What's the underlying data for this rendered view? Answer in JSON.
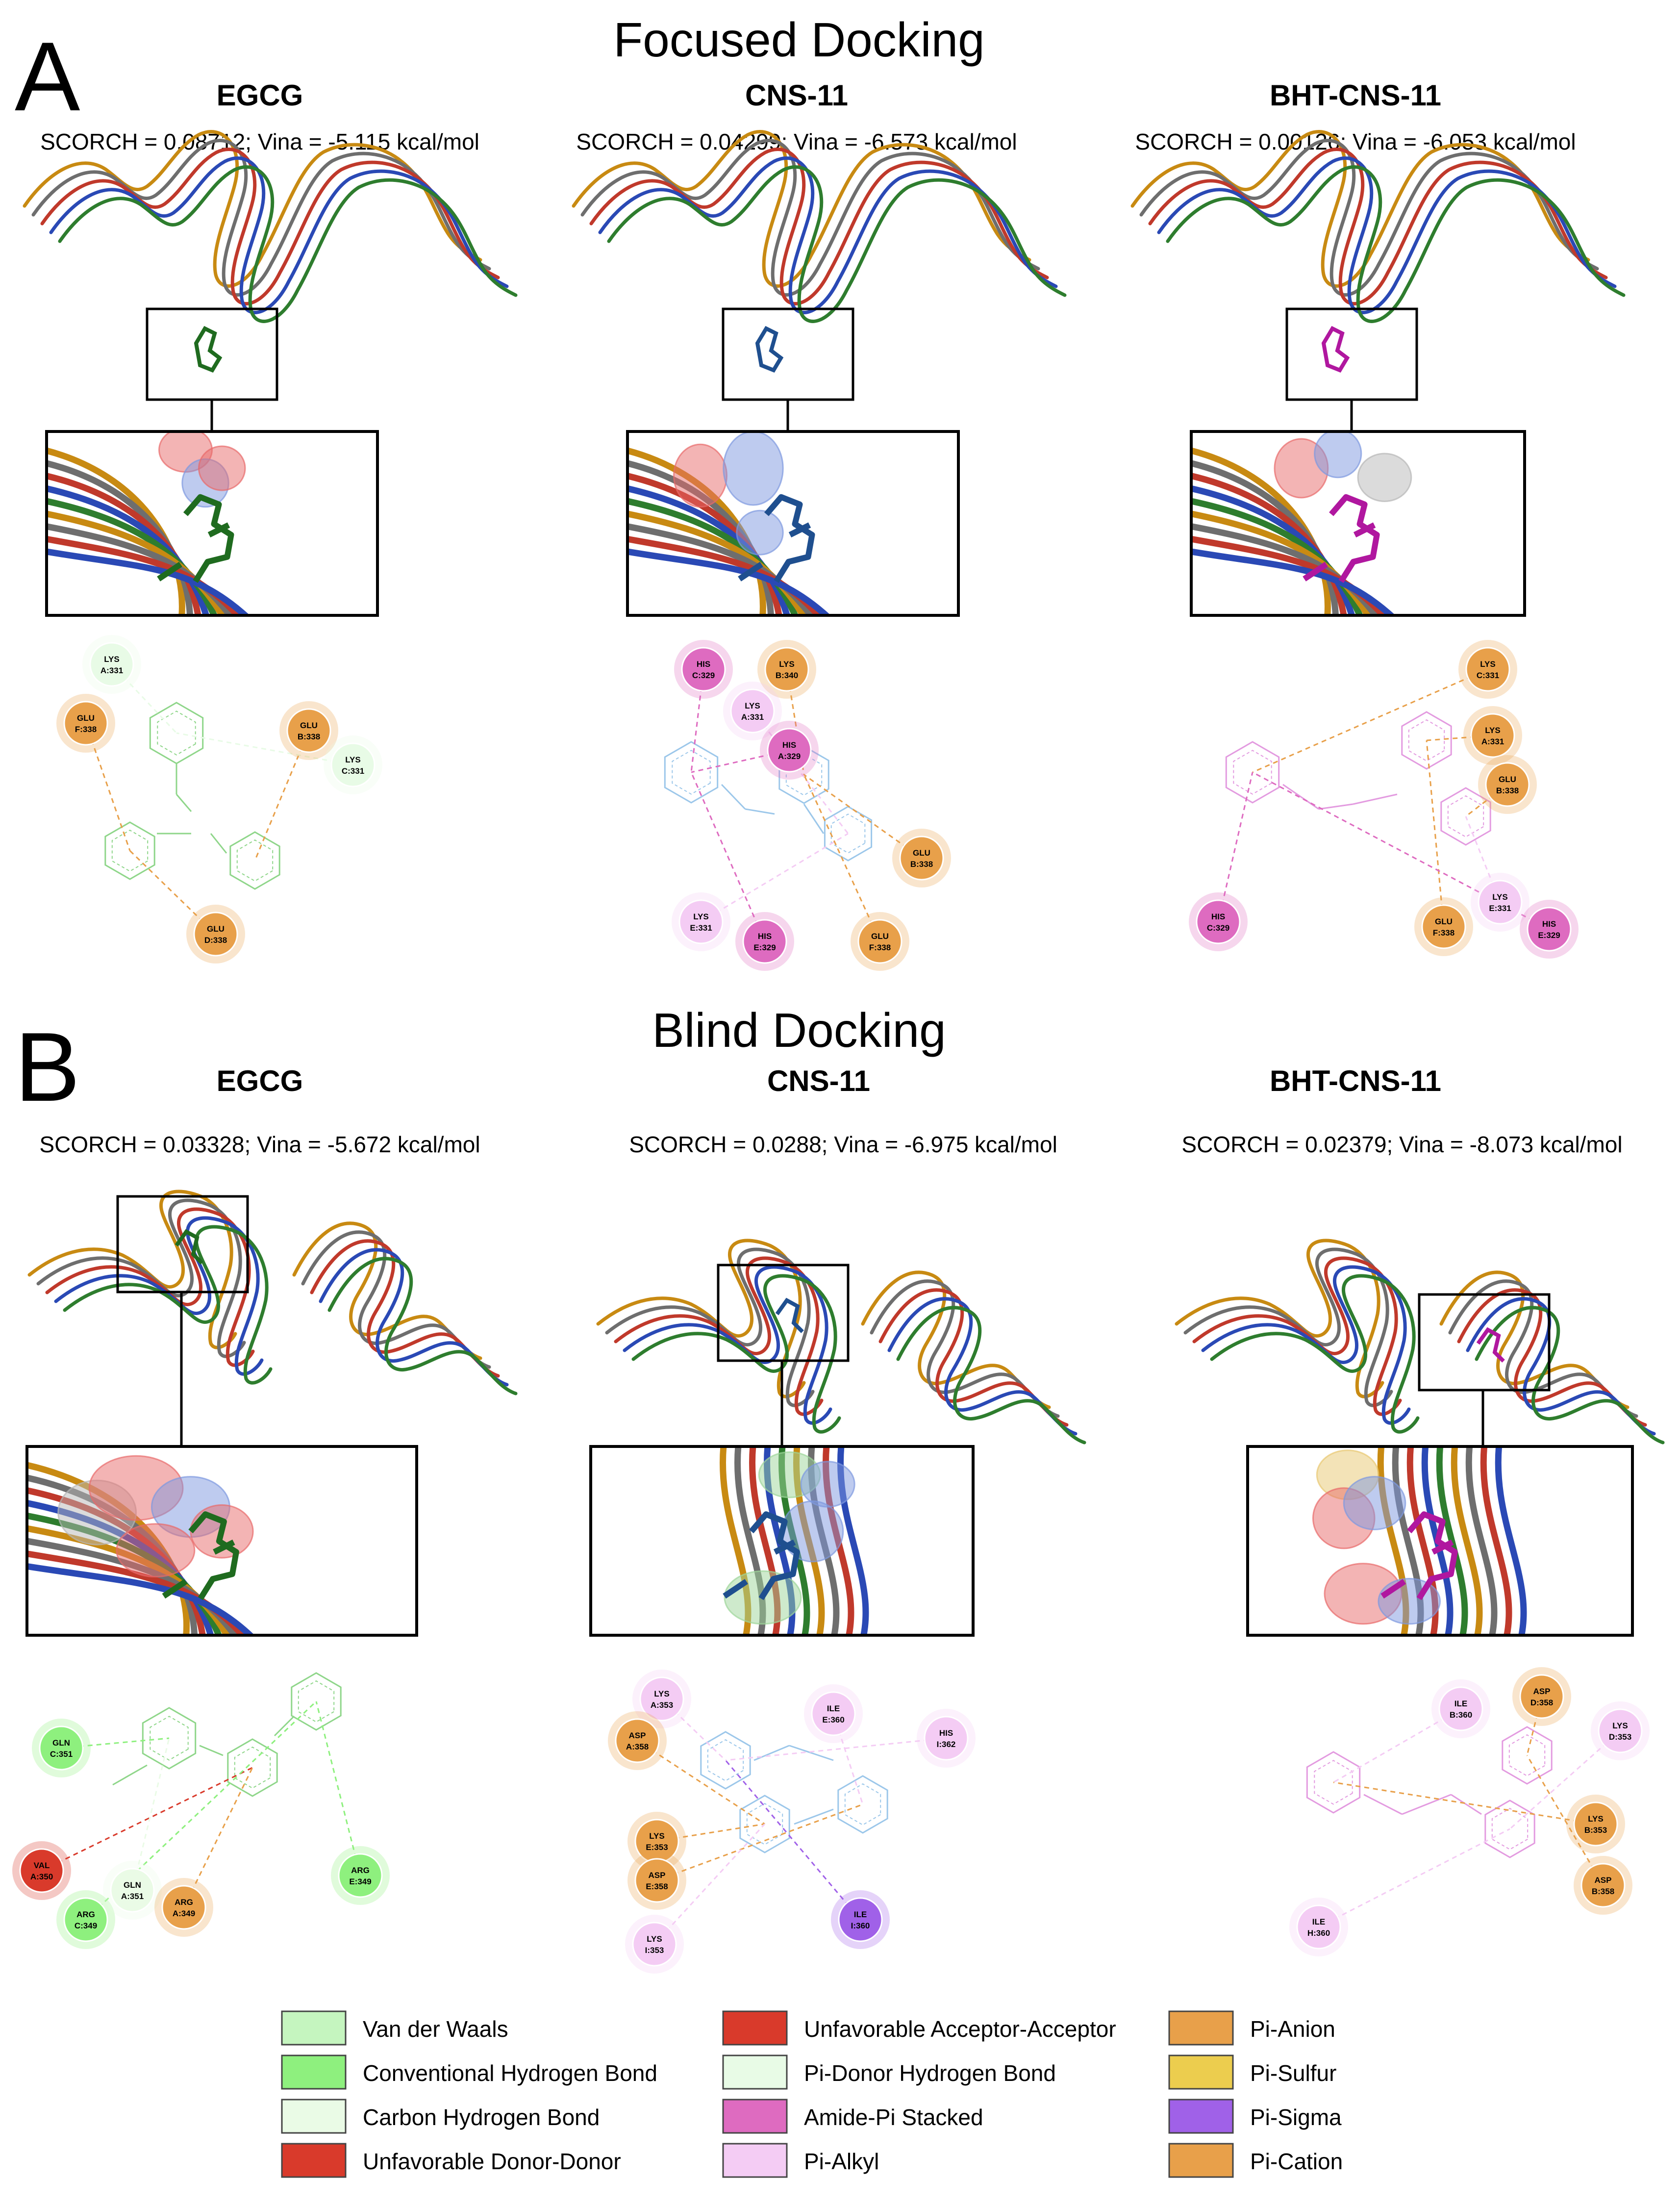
{
  "sections": [
    {
      "letter": "A",
      "title": "Focused Docking",
      "panels": [
        {
          "ligand": "EGCG",
          "scores": "SCORCH = 0.08712; Vina = -5.115 kcal/mol",
          "ligand_color": "#1f6b1f",
          "residues": [
            {
              "name": "LYS",
              "id": "A:331",
              "type": "pi_donor_hbond"
            },
            {
              "name": "GLU",
              "id": "F:338",
              "type": "pi_anion"
            },
            {
              "name": "GLU",
              "id": "B:338",
              "type": "pi_anion"
            },
            {
              "name": "LYS",
              "id": "C:331",
              "type": "pi_donor_hbond"
            },
            {
              "name": "GLU",
              "id": "D:338",
              "type": "pi_anion"
            }
          ]
        },
        {
          "ligand": "CNS-11",
          "scores": "SCORCH = 0.04299; Vina = -6.573 kcal/mol",
          "ligand_color": "#1f4f8f",
          "residues": [
            {
              "name": "HIS",
              "id": "C:329",
              "type": "amide_pi_stacked"
            },
            {
              "name": "LYS",
              "id": "B:340",
              "type": "pi_anion"
            },
            {
              "name": "LYS",
              "id": "A:331",
              "type": "pi_alkyl"
            },
            {
              "name": "HIS",
              "id": "A:329",
              "type": "amide_pi_stacked"
            },
            {
              "name": "GLU",
              "id": "B:338",
              "type": "pi_anion"
            },
            {
              "name": "LYS",
              "id": "E:331",
              "type": "pi_alkyl"
            },
            {
              "name": "HIS",
              "id": "E:329",
              "type": "amide_pi_stacked"
            },
            {
              "name": "GLU",
              "id": "F:338",
              "type": "pi_anion"
            }
          ]
        },
        {
          "ligand": "BHT-CNS-11",
          "scores": "SCORCH = 0.00126; Vina = -6.053 kcal/mol",
          "ligand_color": "#b0179f",
          "residues": [
            {
              "name": "LYS",
              "id": "C:331",
              "type": "pi_anion"
            },
            {
              "name": "LYS",
              "id": "A:331",
              "type": "pi_anion"
            },
            {
              "name": "GLU",
              "id": "B:338",
              "type": "pi_anion"
            },
            {
              "name": "HIS",
              "id": "C:329",
              "type": "amide_pi_stacked"
            },
            {
              "name": "GLU",
              "id": "F:338",
              "type": "pi_anion"
            },
            {
              "name": "LYS",
              "id": "E:331",
              "type": "pi_alkyl"
            },
            {
              "name": "HIS",
              "id": "E:329",
              "type": "amide_pi_stacked"
            }
          ]
        }
      ]
    },
    {
      "letter": "B",
      "title": "Blind Docking",
      "panels": [
        {
          "ligand": "EGCG",
          "scores": "SCORCH = 0.03328; Vina = -5.672 kcal/mol",
          "ligand_color": "#1f6b1f",
          "residues": [
            {
              "name": "GLN",
              "id": "C:351",
              "type": "conventional_hbond"
            },
            {
              "name": "VAL",
              "id": "A:350",
              "type": "unfavorable_acceptor_acceptor"
            },
            {
              "name": "ARG",
              "id": "C:349",
              "type": "conventional_hbond"
            },
            {
              "name": "GLN",
              "id": "A:351",
              "type": "carbon_hbond"
            },
            {
              "name": "ARG",
              "id": "A:349",
              "type": "pi_anion"
            },
            {
              "name": "ARG",
              "id": "E:349",
              "type": "conventional_hbond"
            }
          ]
        },
        {
          "ligand": "CNS-11",
          "scores": "SCORCH = 0.0288; Vina = -6.975 kcal/mol",
          "ligand_color": "#1f4f8f",
          "residues": [
            {
              "name": "LYS",
              "id": "A:353",
              "type": "pi_alkyl"
            },
            {
              "name": "ASP",
              "id": "A:358",
              "type": "pi_anion"
            },
            {
              "name": "ILE",
              "id": "E:360",
              "type": "pi_alkyl"
            },
            {
              "name": "HIS",
              "id": "I:362",
              "type": "pi_alkyl"
            },
            {
              "name": "LYS",
              "id": "E:353",
              "type": "pi_anion"
            },
            {
              "name": "ASP",
              "id": "E:358",
              "type": "pi_anion"
            },
            {
              "name": "ILE",
              "id": "I:360",
              "type": "pi_sigma"
            },
            {
              "name": "LYS",
              "id": "I:353",
              "type": "pi_alkyl"
            }
          ]
        },
        {
          "ligand": "BHT-CNS-11",
          "scores": "SCORCH = 0.02379; Vina = -8.073 kcal/mol",
          "ligand_color": "#b0179f",
          "residues": [
            {
              "name": "ILE",
              "id": "B:360",
              "type": "pi_alkyl"
            },
            {
              "name": "ASP",
              "id": "D:358",
              "type": "pi_anion"
            },
            {
              "name": "LYS",
              "id": "D:353",
              "type": "pi_alkyl"
            },
            {
              "name": "LYS",
              "id": "B:353",
              "type": "pi_anion"
            },
            {
              "name": "ASP",
              "id": "B:358",
              "type": "pi_anion"
            },
            {
              "name": "ILE",
              "id": "H:360",
              "type": "pi_alkyl"
            }
          ]
        }
      ]
    }
  ],
  "strand_colors": [
    "#c88a12",
    "#6e6e6e",
    "#c0392b",
    "#2a49b5",
    "#2e7d2e"
  ],
  "legend": [
    {
      "key": "vdw",
      "label": "Van der Waals",
      "color": "#c5f5bf"
    },
    {
      "key": "conventional_hbond",
      "label": "Conventional Hydrogen Bond",
      "color": "#8ef07e"
    },
    {
      "key": "carbon_hbond",
      "label": "Carbon Hydrogen Bond",
      "color": "#eafbe6"
    },
    {
      "key": "unfavorable_donor_donor",
      "label": "Unfavorable Donor-Donor",
      "color": "#d93a2b"
    },
    {
      "key": "unfavorable_acceptor_acceptor",
      "label": "Unfavorable Acceptor-Acceptor",
      "color": "#d93a2b"
    },
    {
      "key": "pi_donor_hbond",
      "label": "Pi-Donor Hydrogen Bond",
      "color": "#e8fbe6"
    },
    {
      "key": "amide_pi_stacked",
      "label": "Amide-Pi Stacked",
      "color": "#de6bc0"
    },
    {
      "key": "pi_alkyl",
      "label": "Pi-Alkyl",
      "color": "#f4ccf4"
    },
    {
      "key": "pi_anion",
      "label": "Pi-Anion",
      "color": "#e8a04a"
    },
    {
      "key": "pi_sulfur",
      "label": "Pi-Sulfur",
      "color": "#eccd4e"
    },
    {
      "key": "pi_sigma",
      "label": "Pi-Sigma",
      "color": "#a061e8"
    },
    {
      "key": "pi_cation",
      "label": "Pi-Cation",
      "color": "#e8a04a"
    }
  ]
}
